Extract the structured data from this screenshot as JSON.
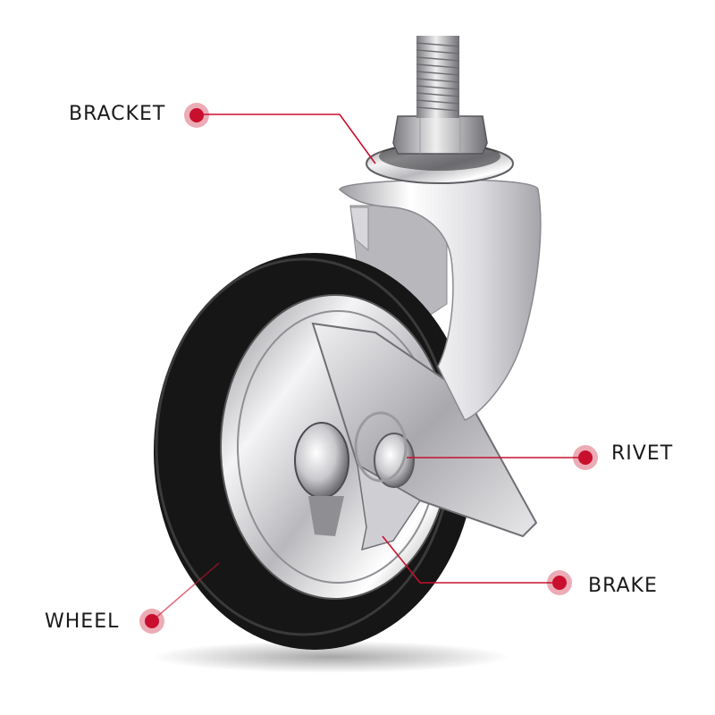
{
  "callouts": {
    "bracket": "BRACKET",
    "rivet": "RIVET",
    "brake": "BRAKE",
    "wheel": "WHEEL"
  },
  "colors": {
    "accent": "#c8102e",
    "tire": "#161616",
    "chrome": "#d9d9dc"
  },
  "image": {
    "subject": "caster-wheel"
  }
}
